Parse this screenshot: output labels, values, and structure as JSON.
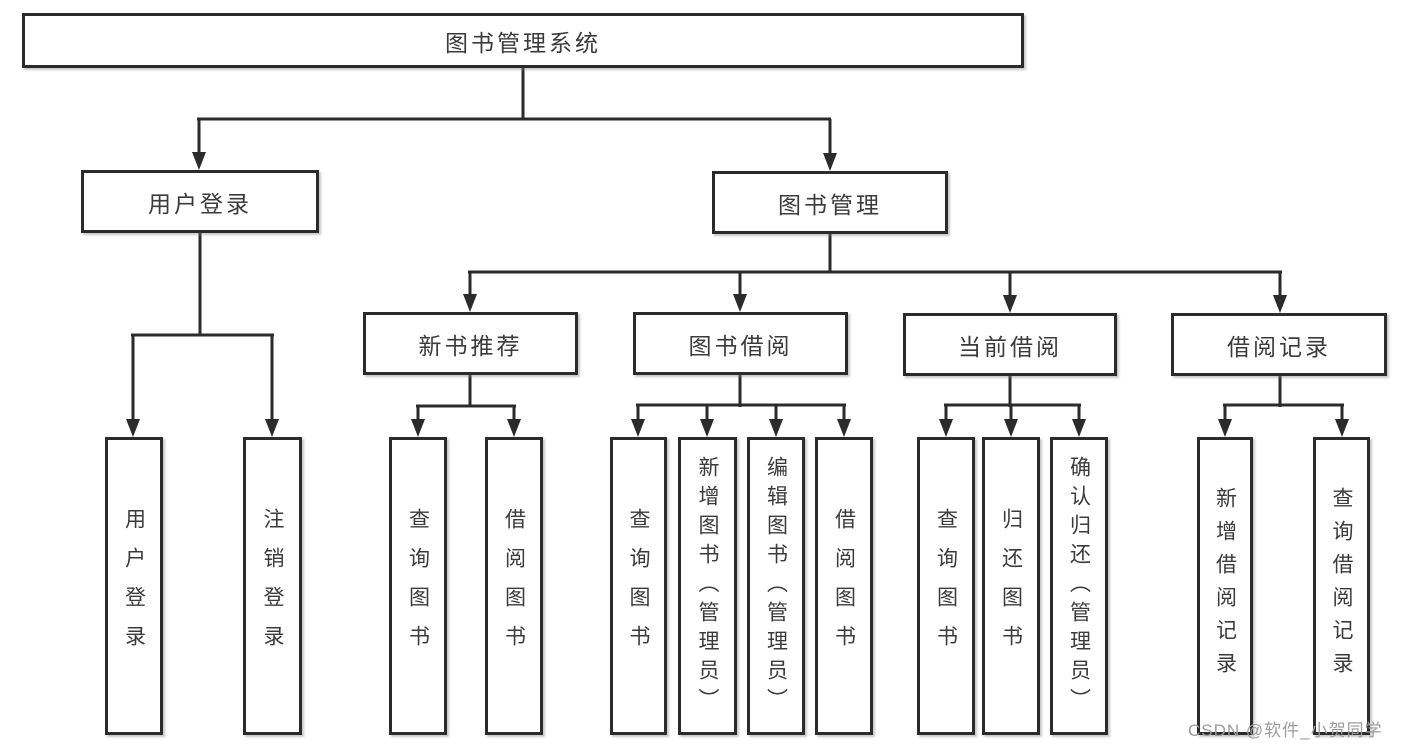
{
  "diagram": {
    "title": "图书管理系统",
    "level2": [
      {
        "label": "用户登录",
        "children": [
          {
            "label": "用户登录"
          },
          {
            "label": "注销登录"
          }
        ]
      },
      {
        "label": "图书管理",
        "children": [
          {
            "label": "新书推荐",
            "children": [
              {
                "label": "查询图书"
              },
              {
                "label": "借阅图书"
              }
            ]
          },
          {
            "label": "图书借阅",
            "children": [
              {
                "label": "查询图书"
              },
              {
                "label": "新增图书（管理员）"
              },
              {
                "label": "编辑图书（管理员）"
              },
              {
                "label": "借阅图书"
              }
            ]
          },
          {
            "label": "当前借阅",
            "children": [
              {
                "label": "查询图书"
              },
              {
                "label": "归还图书"
              },
              {
                "label": "确认归还（管理员）"
              }
            ]
          },
          {
            "label": "借阅记录",
            "children": [
              {
                "label": "新增借阅记录"
              },
              {
                "label": "查询借阅记录"
              }
            ]
          }
        ]
      }
    ]
  },
  "watermark": {
    "text": "CSDN @软件_小贺同学"
  },
  "colors": {
    "stroke": "#2b2b2b",
    "text": "#3b3b3b",
    "watermark": "#9c9c9c",
    "background": "#ffffff"
  }
}
